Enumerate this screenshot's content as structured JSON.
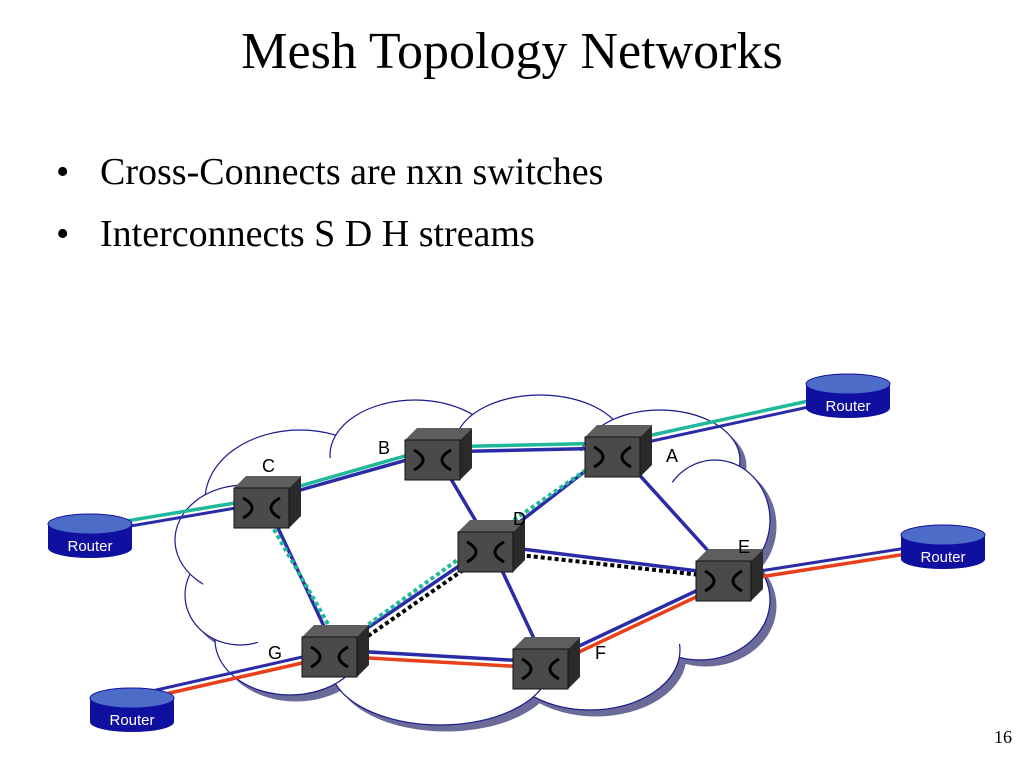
{
  "slide": {
    "title": "Mesh Topology Networks",
    "bullets": [
      "Cross-Connects are nxn switches",
      "Interconnects S D H streams"
    ],
    "page_number": "16"
  },
  "diagram": {
    "router_label": "Router",
    "nodes": {
      "a": "A",
      "b": "B",
      "c": "C",
      "d": "D",
      "e": "E",
      "f": "F",
      "g": "G"
    },
    "colors": {
      "link": "#2b2ba8",
      "teal": "#1fb89a",
      "red": "#e8401a",
      "switch": "#3a3a3a",
      "router": "#1010a0"
    }
  }
}
